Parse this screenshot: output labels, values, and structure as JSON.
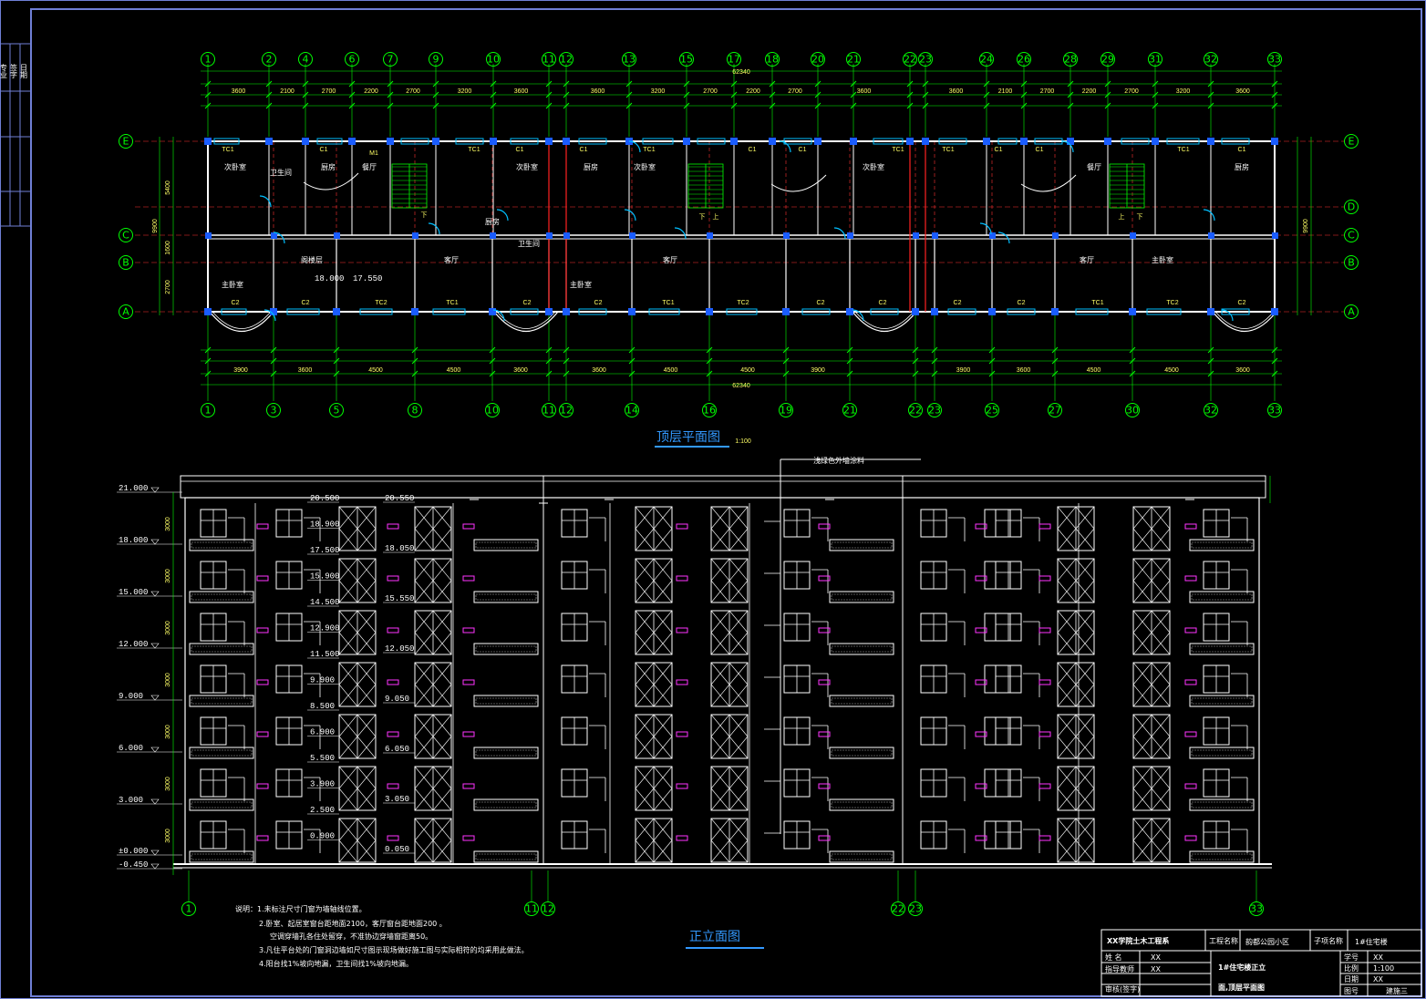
{
  "colors": {
    "background": "#000000",
    "frame": "#6f7fd6",
    "axis": "#00ff00",
    "wall": "#ffffff",
    "column": "#1a5cff",
    "dimension": "#ffff66",
    "window": "#00bfff",
    "dashed": "#ff3333",
    "magenta": "#ff33ff"
  },
  "plan": {
    "title": "顶层平面图",
    "scale_note": "1:100",
    "top_axes": [
      "1",
      "2",
      "4",
      "6",
      "7",
      "9",
      "10",
      "11",
      "12",
      "13",
      "15",
      "17",
      "18",
      "20",
      "21",
      "22",
      "23",
      "24",
      "26",
      "28",
      "29",
      "31",
      "32",
      "33"
    ],
    "bottom_axes": [
      "1",
      "3",
      "5",
      "8",
      "10",
      "11",
      "12",
      "14",
      "16",
      "19",
      "21",
      "22",
      "23",
      "25",
      "27",
      "30",
      "32",
      "33"
    ],
    "side_axes": [
      "E",
      "D",
      "C",
      "B",
      "A"
    ],
    "total_dim_top": "62340",
    "total_dim_bottom": "62340",
    "top_dims": [
      "3600",
      "2100",
      "2700",
      "2200",
      "2700",
      "3200",
      "3600",
      "3600",
      "3200",
      "2700",
      "2200",
      "2700",
      "3600",
      "3600",
      "2100",
      "2700",
      "2200",
      "2700",
      "3200",
      "3600"
    ],
    "bottom_dims": [
      "3900",
      "3600",
      "4500",
      "4500",
      "3600",
      "3600",
      "4500",
      "4500",
      "3900",
      "3900",
      "3600",
      "4500",
      "4500",
      "3600"
    ],
    "left_dims": [
      "5400",
      "1600",
      "2700"
    ],
    "left_total": "9900",
    "rooms": [
      "次卧室",
      "厨房",
      "餐厅",
      "卫生间",
      "主卧室",
      "客厅",
      "阁楼层",
      "次卧室",
      "厨房",
      "次卧室",
      "客厅",
      "主卧室",
      "厨房",
      "次卧室",
      "卫生间",
      "客厅",
      "主卧室",
      "餐厅",
      "厨房"
    ],
    "elev_marks": [
      "18.000",
      "17.550"
    ],
    "labels": [
      "TC1",
      "C1",
      "M1",
      "C2",
      "TC2",
      "下",
      "上"
    ]
  },
  "elevation": {
    "title": "正立面图",
    "callout": "浅绿色外墙涂料",
    "left_levels": [
      "21.000",
      "18.000",
      "15.000",
      "12.000",
      "9.000",
      "6.000",
      "3.000",
      "±0.000",
      "-0.450"
    ],
    "mid_levels_a": [
      "20.500",
      "18.900",
      "17.500",
      "15.900",
      "14.500",
      "12.900",
      "11.500",
      "9.900",
      "8.500",
      "6.900",
      "5.500",
      "3.900",
      "2.500",
      "0.900"
    ],
    "mid_levels_b": [
      "20.550",
      "18.050",
      "15.550",
      "12.050",
      "9.050",
      "6.050",
      "3.050",
      "0.050"
    ],
    "floor_dim": "3000",
    "axes": [
      "1",
      "11",
      "12",
      "22",
      "23",
      "33"
    ]
  },
  "notes": [
    "说明：1.未标注尺寸门窗为墙轴线位置。",
    "2.卧室、起居室窗台距地面2100，客厅窗台距地面200 。",
    "空调穿墙孔各住处留穿，不准协边穿墙窗距离50。",
    "3.凡住平台处的门窗洞边墙如尺寸图示现场做好施工图与实际相符的均采用此做法。",
    "4.阳台找1%坡向地漏，卫生间找1%坡向地漏。"
  ],
  "title_block": {
    "school": "XX学院土木工程系",
    "project_label": "工程名称",
    "project": "韵都公园小区",
    "subproject_label": "子项名称",
    "subproject": "1#住宅楼",
    "drawing_name": "1#住宅楼正立面,顶层平面图",
    "drawing_name_l1": "1#住宅楼正立",
    "drawing_name_l2": "面,顶层平面图",
    "rows_left": [
      {
        "k": "姓 名",
        "v": "XX"
      },
      {
        "k": "指导教师",
        "v": "XX"
      },
      {
        "k": "审核(签字)",
        "v": ""
      }
    ],
    "rows_right": [
      {
        "k": "学号",
        "v": "XX"
      },
      {
        "k": "比例",
        "v": "1:100"
      },
      {
        "k": "日期",
        "v": "XX"
      },
      {
        "k": "图号",
        "v": "建施三"
      }
    ]
  },
  "margin_table": [
    "专业",
    "签字",
    "日期"
  ]
}
